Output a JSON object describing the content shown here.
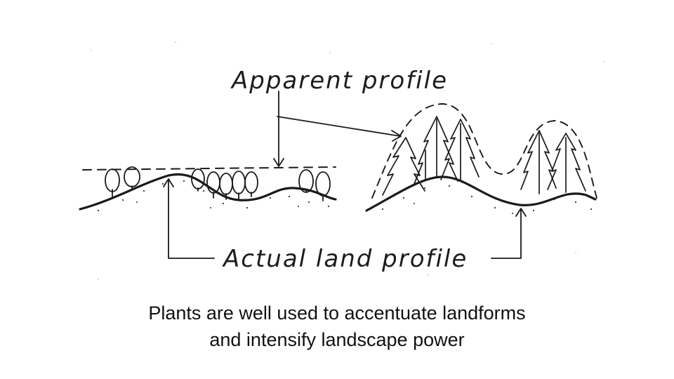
{
  "diagram": {
    "label_top": "Apparent profile",
    "label_bottom": "Actual land profile"
  },
  "caption": {
    "line1": "Plants are well used to accentuate landforms",
    "line2": "and intensify landscape power"
  }
}
